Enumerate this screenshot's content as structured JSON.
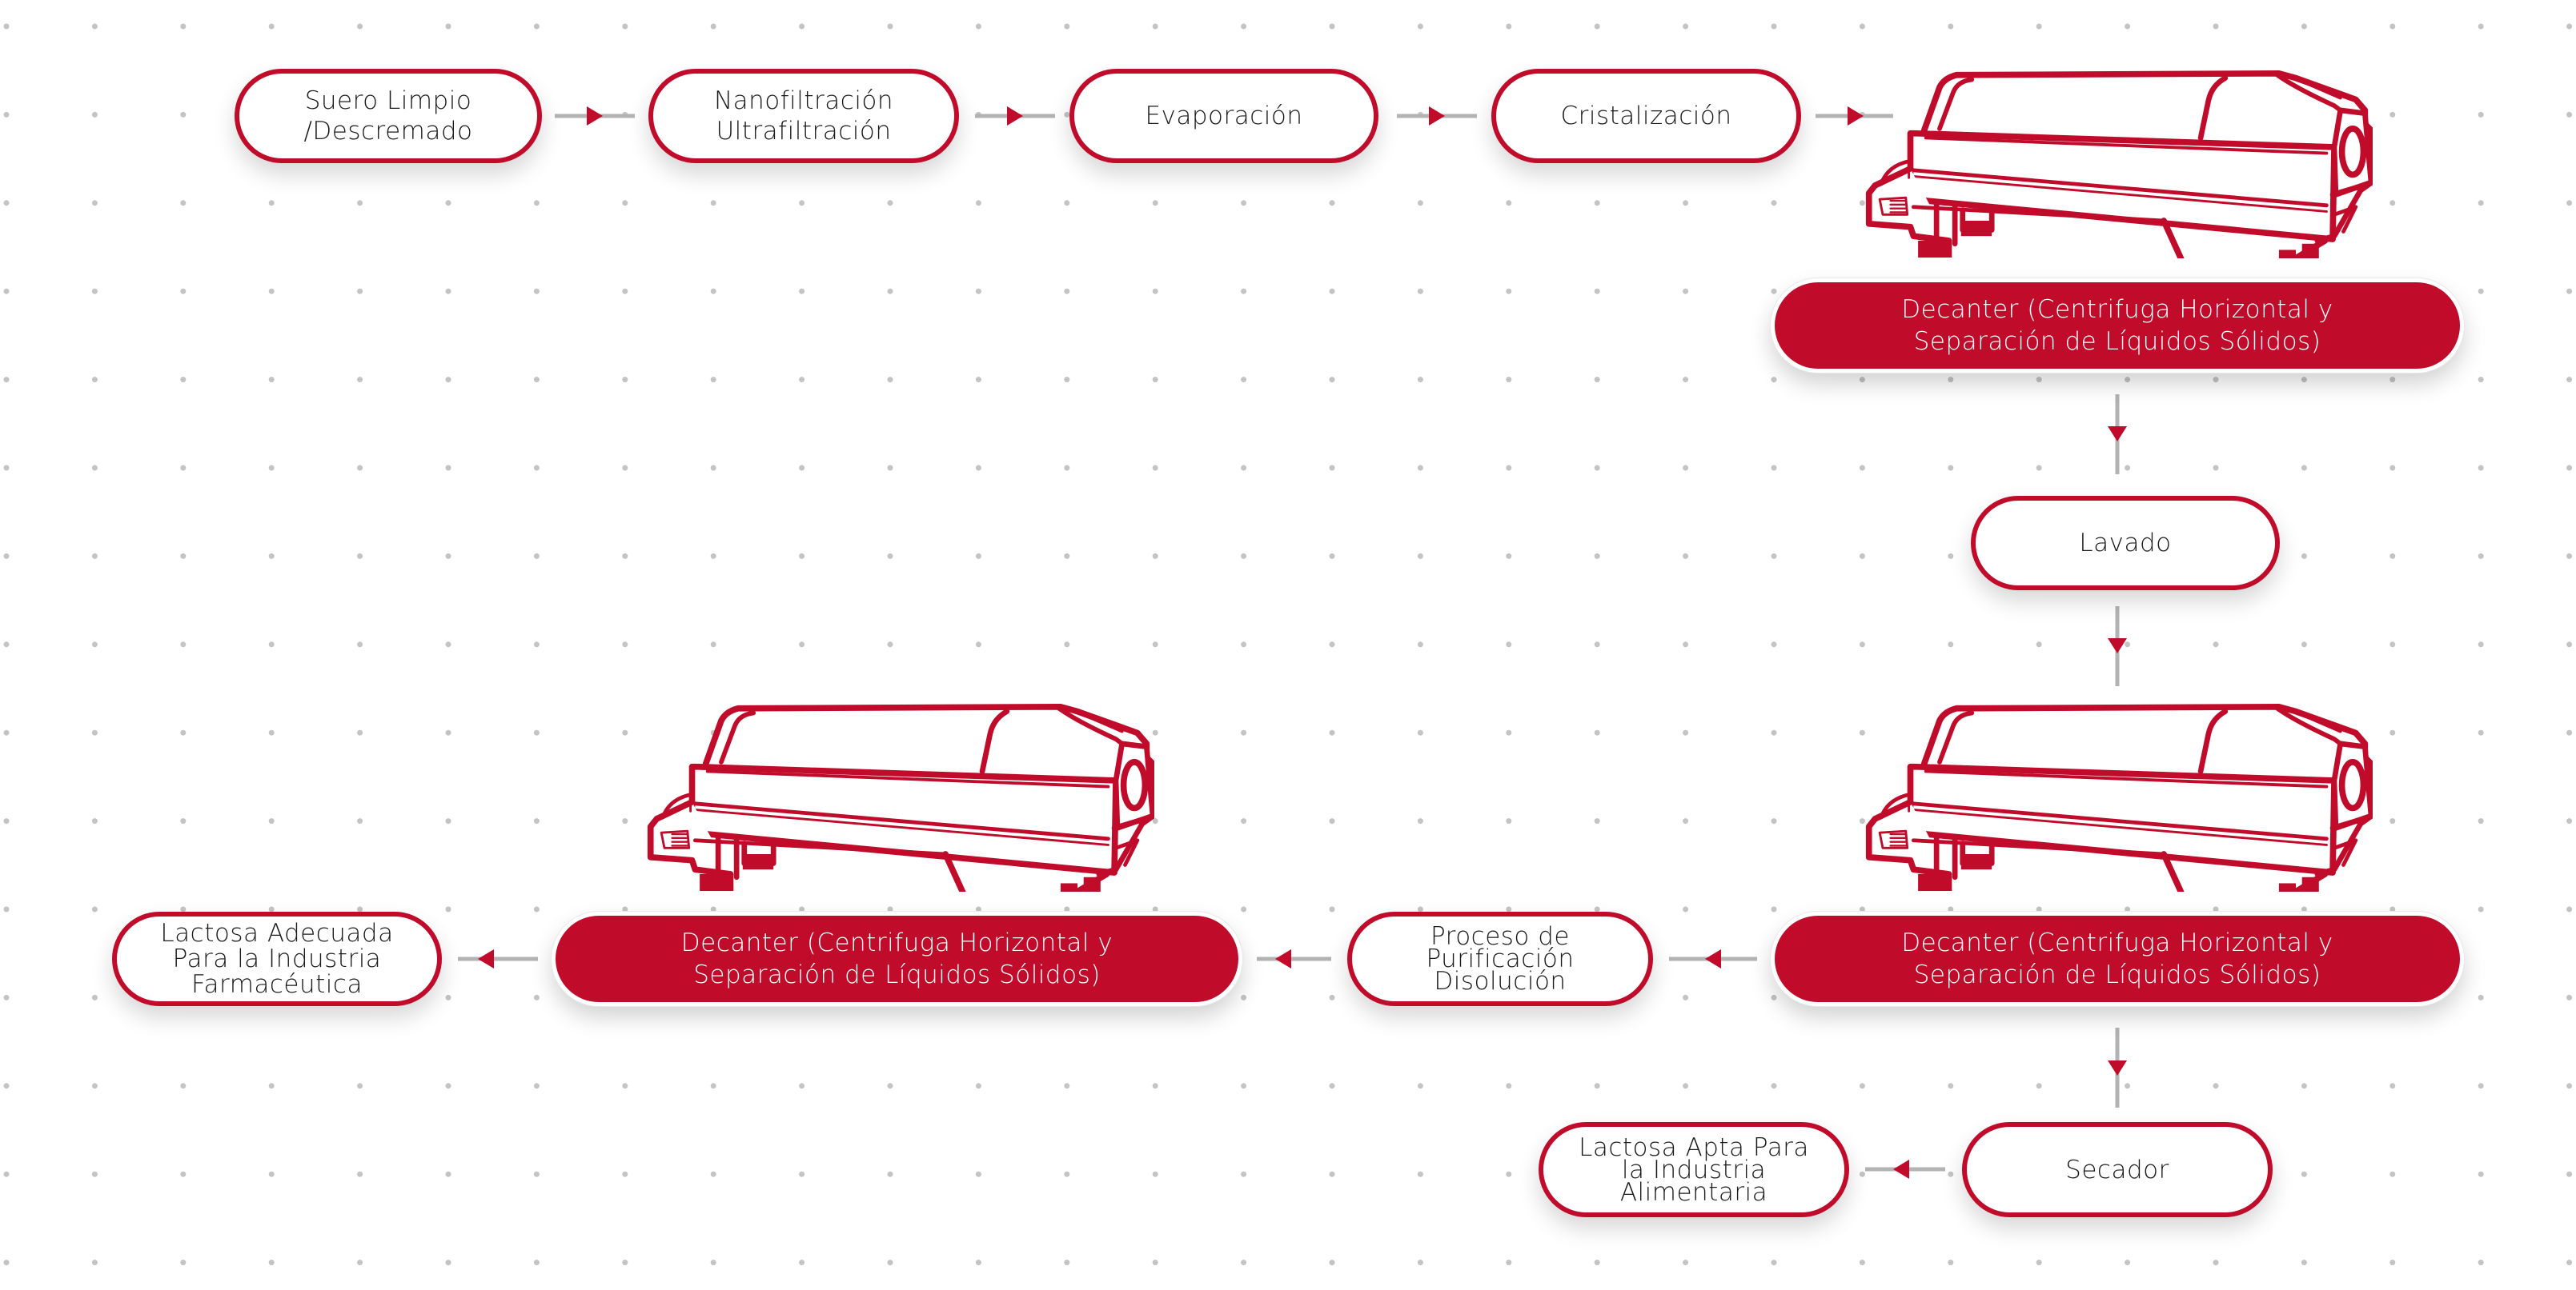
{
  "diagram": {
    "colors": {
      "accent": "#c10b2a",
      "connector": "#b3b3b3",
      "grid_dot": "#c4c4c4",
      "background": "#ffffff"
    },
    "nodes": {
      "suero": {
        "label": "Suero Limpio\n/Descremado",
        "style": "outlined"
      },
      "nanofiltracion": {
        "label": "Nanofiltración\nUltrafiltración",
        "style": "outlined"
      },
      "evaporacion": {
        "label": "Evaporación",
        "style": "outlined"
      },
      "cristalizacion": {
        "label": "Cristalización",
        "style": "outlined"
      },
      "decanter_1": {
        "label": "Decanter (Centrifuga Horizontal y\nSeparación de Líquidos Sólidos)",
        "style": "filled"
      },
      "lavado": {
        "label": "Lavado",
        "style": "outlined"
      },
      "decanter_2": {
        "label": "Decanter (Centrifuga Horizontal y\nSeparación de Líquidos Sólidos)",
        "style": "filled"
      },
      "proceso": {
        "label": "Proceso de\nPurificación\nDisolución",
        "style": "outlined"
      },
      "decanter_3": {
        "label": "Decanter (Centrifuga Horizontal y\nSeparación de Líquidos Sólidos)",
        "style": "filled"
      },
      "lactosa_farma": {
        "label": "Lactosa Adecuada\nPara la Industria\nFarmacéutica",
        "style": "outlined"
      },
      "secador": {
        "label": "Secador",
        "style": "outlined"
      },
      "lactosa_alimentaria": {
        "label": "Lactosa Apta Para\nla Industria\nAlimentaria",
        "style": "outlined"
      }
    },
    "illustrations": [
      {
        "icon": "decanter-centrifuge-icon",
        "attached_to": "decanter_1"
      },
      {
        "icon": "decanter-centrifuge-icon",
        "attached_to": "decanter_2"
      },
      {
        "icon": "decanter-centrifuge-icon",
        "attached_to": "decanter_3"
      }
    ],
    "edges": [
      {
        "from": "suero",
        "to": "nanofiltracion",
        "direction": "right"
      },
      {
        "from": "nanofiltracion",
        "to": "evaporacion",
        "direction": "right"
      },
      {
        "from": "evaporacion",
        "to": "cristalizacion",
        "direction": "right"
      },
      {
        "from": "cristalizacion",
        "to": "decanter_1",
        "direction": "right"
      },
      {
        "from": "decanter_1",
        "to": "lavado",
        "direction": "down"
      },
      {
        "from": "lavado",
        "to": "decanter_2",
        "direction": "down"
      },
      {
        "from": "decanter_2",
        "to": "proceso",
        "direction": "left"
      },
      {
        "from": "proceso",
        "to": "decanter_3",
        "direction": "left"
      },
      {
        "from": "decanter_3",
        "to": "lactosa_farma",
        "direction": "left"
      },
      {
        "from": "decanter_2",
        "to": "secador",
        "direction": "down"
      },
      {
        "from": "secador",
        "to": "lactosa_alimentaria",
        "direction": "left"
      }
    ]
  }
}
